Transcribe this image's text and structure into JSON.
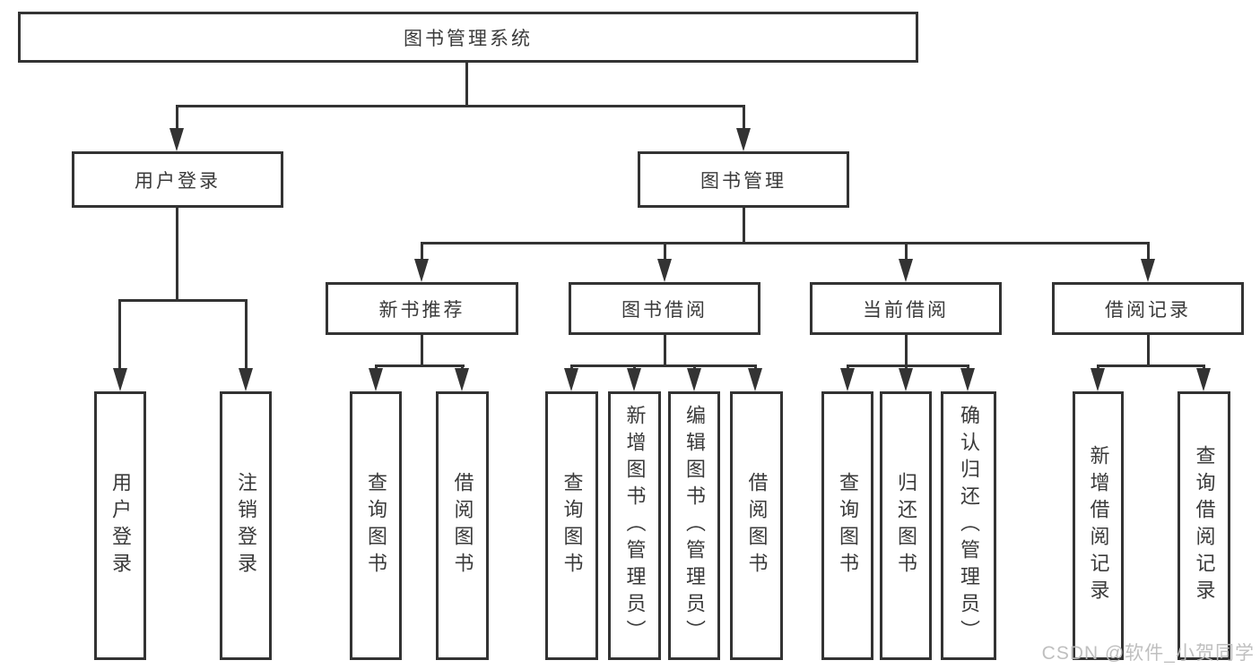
{
  "diagram": {
    "type": "tree-functional-structure",
    "root": {
      "label": "图书管理系统"
    },
    "branches": [
      {
        "label": "用户登录",
        "children": [
          {
            "label": "用户登录"
          },
          {
            "label": "注销登录"
          }
        ]
      },
      {
        "label": "图书管理",
        "children": [
          {
            "label": "新书推荐",
            "children": [
              {
                "label": "查询图书"
              },
              {
                "label": "借阅图书"
              }
            ]
          },
          {
            "label": "图书借阅",
            "children": [
              {
                "label": "查询图书"
              },
              {
                "label": "新增图书（管理员）"
              },
              {
                "label": "编辑图书（管理员）"
              },
              {
                "label": "借阅图书"
              }
            ]
          },
          {
            "label": "当前借阅",
            "children": [
              {
                "label": "查询图书"
              },
              {
                "label": "归还图书"
              },
              {
                "label": "确认归还（管理员）"
              }
            ]
          },
          {
            "label": "借阅记录",
            "children": [
              {
                "label": "新增借阅记录"
              },
              {
                "label": "查询借阅记录"
              }
            ]
          }
        ]
      }
    ],
    "colors": {
      "line": "#333333",
      "text": "#3a3a3a",
      "background": "#ffffff",
      "watermark": "#bcbcbc"
    }
  },
  "watermark": {
    "text": "CSDN @软件_小贺同学"
  }
}
